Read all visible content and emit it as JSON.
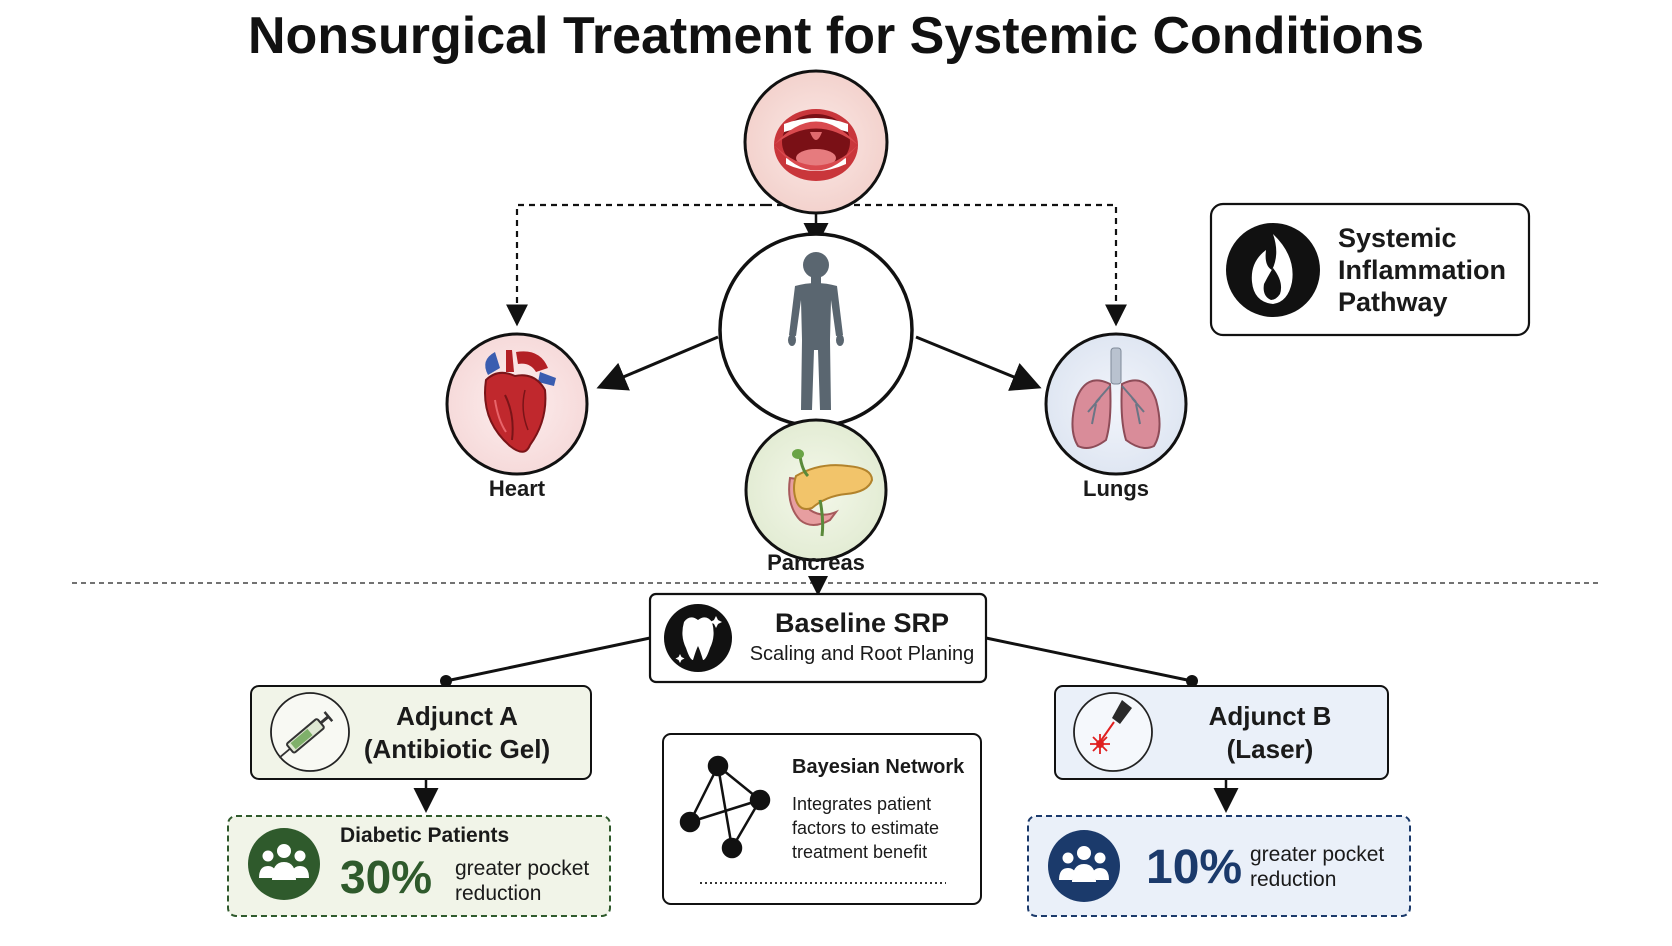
{
  "title": "Nonsurgical Treatment for Systemic Conditions",
  "organs": {
    "heart": "Heart",
    "pancreas": "Pancreas",
    "lungs": "Lungs"
  },
  "pathway": {
    "label_line1": "Systemic",
    "label_line2": "Inflammation",
    "label_line3": "Pathway",
    "icon": "flame-icon"
  },
  "baseline": {
    "title": "Baseline SRP",
    "subtitle": "Scaling and Root Planing",
    "icon": "tooth-icon"
  },
  "adjunct_a": {
    "title_line1": "Adjunct A",
    "title_line2": "(Antibiotic Gel)",
    "icon": "syringe-icon"
  },
  "adjunct_b": {
    "title_line1": "Adjunct B",
    "title_line2": "(Laser)",
    "icon": "laser-icon"
  },
  "result_a": {
    "group": "Diabetic Patients",
    "percent": "30%",
    "desc_line1": "greater pocket",
    "desc_line2": "reduction"
  },
  "result_b": {
    "percent": "10%",
    "desc_line1": "greater pocket",
    "desc_line2": "reduction"
  },
  "bayesian": {
    "title": "Bayesian Network",
    "desc_line1": "Integrates patient",
    "desc_line2": "factors to estimate",
    "desc_line3": "treatment benefit"
  },
  "colors": {
    "green_accent": "#2f5a2c",
    "blue_accent": "#1b3a6b",
    "green_bg": "#f1f4e8",
    "blue_bg": "#eaf0f9"
  }
}
